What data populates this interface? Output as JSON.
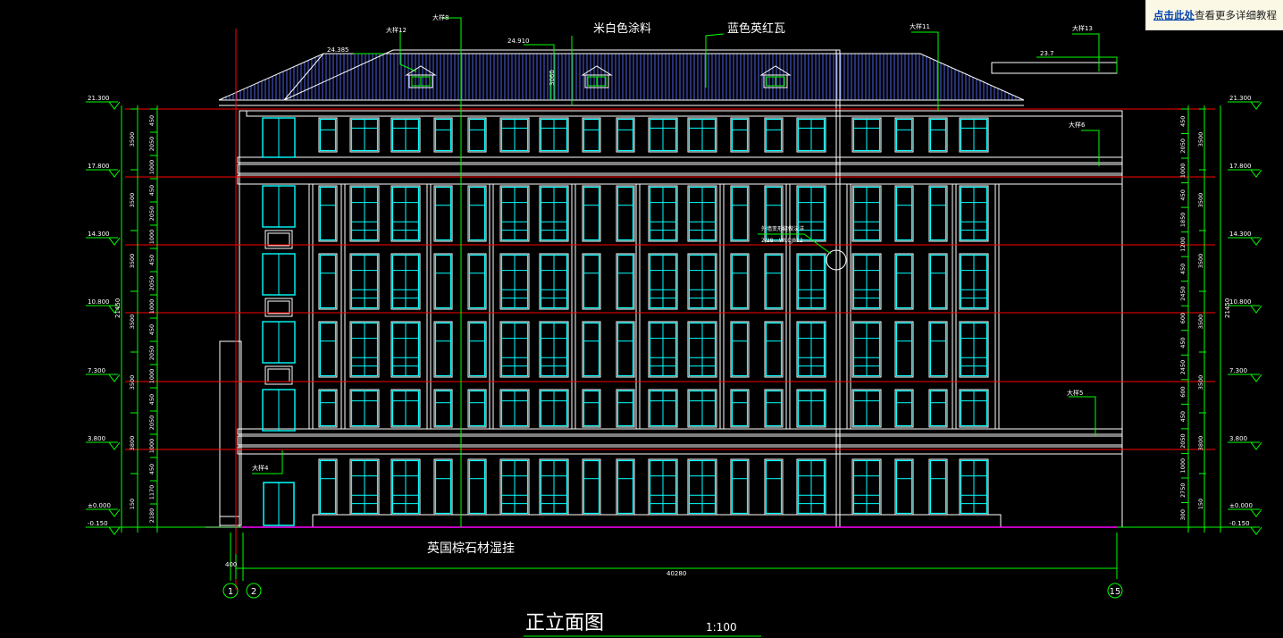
{
  "tooltip": {
    "link": "点击此处",
    "text": "查看更多详细教程"
  },
  "title": "正立面图",
  "scale": "1:100",
  "annotations": {
    "paint": "米白色涂料",
    "tile": "蓝色英红瓦",
    "stone": "英国棕石材湿挂",
    "detail_note_1": "外墙变形缝做法详",
    "detail_note_2": "2/28",
    "detail_note_3": "WLCJ812",
    "roof_elev_left": "24.385",
    "roof_elev_mid": "24.910",
    "roof_elev_right": "23.7",
    "roof_dim": "3060"
  },
  "big_sample_labels": [
    "大样12",
    "大样8",
    "大样11",
    "大样13",
    "大样6",
    "大样5",
    "大样4"
  ],
  "elevations_left": [
    "21.300",
    "17.800",
    "14.300",
    "10.800",
    "7.300",
    "3.800",
    "±0.000",
    "-0.150"
  ],
  "elevations_right": [
    "21.300",
    "17.800",
    "14.300",
    "10.800",
    "7.300",
    "3.800",
    "±0.000",
    "-0.150"
  ],
  "left_outer_dims": [
    "3500",
    "3500",
    "3500",
    "3500",
    "3500",
    "3800",
    "150"
  ],
  "left_inner_dims": [
    "450",
    "2050",
    "1000",
    "450",
    "2050",
    "1000",
    "450",
    "2050",
    "1000",
    "450",
    "2050",
    "1000",
    "450",
    "2050",
    "1000",
    "450",
    "1170",
    "2180"
  ],
  "right_inner_dims": [
    "450",
    "2050",
    "1000",
    "450",
    "1850",
    "1200",
    "450",
    "2450",
    "600",
    "450",
    "2450",
    "600",
    "450",
    "2050",
    "1000",
    "2750",
    "300"
  ],
  "right_outer_dims": [
    "3500",
    "3500",
    "3500",
    "3500",
    "3500",
    "3800",
    "150"
  ],
  "total_height": "21450",
  "total_width": "40280",
  "left_offset": "400",
  "axis_labels": [
    "1",
    "2",
    "15"
  ],
  "colors": {
    "background": "#000000",
    "outline": "#ffffff",
    "window": "#00ffff",
    "dimension": "#00ff00",
    "level_line": "#ff0000",
    "roof": "#5566ff",
    "ground": "#ff00ff",
    "text": "#ffffff"
  }
}
